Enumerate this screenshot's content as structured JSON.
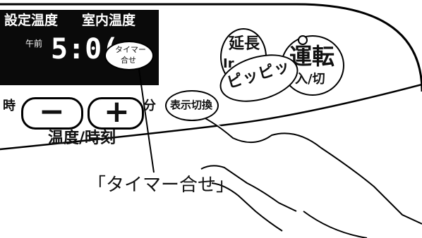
{
  "display": {
    "header_set_temp": "設定温度",
    "header_room_temp": "室内温度",
    "am_label": "午前",
    "time": "5:0(",
    "balloon": [
      "タイマー",
      "合せ"
    ]
  },
  "controls": {
    "hour_label": "時",
    "minute_label": "分",
    "minus_symbol": "−",
    "plus_symbol": "+",
    "temp_time_label": "温度/時刻",
    "display_switch_label": "表示切換",
    "extend_label": "延長",
    "extend_sub_fragment": "Ir",
    "power_label": "運転",
    "power_sub_label": "入/切"
  },
  "effects": {
    "press_sound": "ピッピッ"
  },
  "callout": {
    "text": "「タイマー合せ」"
  }
}
